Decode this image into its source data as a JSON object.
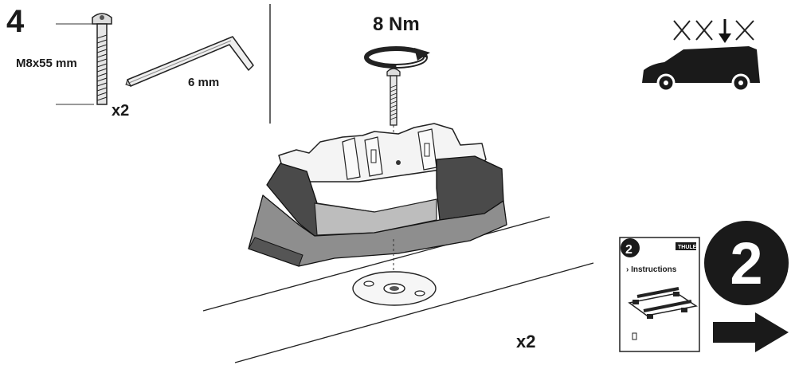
{
  "step": {
    "number": "4",
    "next_step": "2"
  },
  "parts": {
    "screw_size": "M8x55 mm",
    "screw_quantity": "x2",
    "hex_key_size": "6 mm"
  },
  "assembly": {
    "torque": "8 Nm",
    "quantity": "x2"
  },
  "booklet": {
    "step_badge": "2",
    "heading": "› Instructions",
    "brand": "THULE"
  },
  "icons": {
    "step_icon": "numbered-step-icon",
    "car_icon": "car-roof-load-icon",
    "next_arrow": "right-arrow-icon",
    "torque_icon": "rotation-arrow-icon"
  },
  "colors": {
    "ink": "#1a1a1a",
    "part_gray": "#9a9a9a",
    "dark_part": "#3a3a3a"
  }
}
